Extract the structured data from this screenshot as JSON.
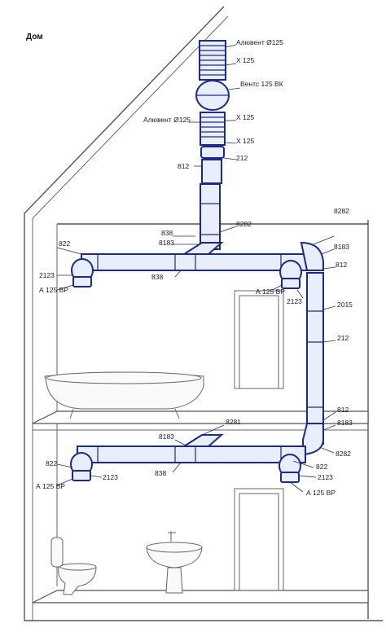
{
  "title": "Дом",
  "labels": {
    "alu_top": "Алювент Ø125",
    "x125_a": "Х 125",
    "fan": "Вентс 125 ВК",
    "alu_mid": "Алювент Ø125",
    "x125_b": "Х 125",
    "x125_c": "Х 125",
    "p212_top": "212",
    "p812_top": "812",
    "p838_a": "838",
    "p8282_a": "8282",
    "p8183_a": "8183",
    "p822_a": "822",
    "p2123_a": "2123",
    "a125_a": "А 125 ВР",
    "p838_b": "838",
    "p8282_r": "8282",
    "p8183_r": "8183",
    "p812_r": "812",
    "a125_b": "А 125 ВР",
    "p2123_b": "2123",
    "p2015": "2015",
    "p212_r": "212",
    "p812_r2": "812",
    "p8183_r2": "8183",
    "p8282_r2": "8282",
    "p8281": "8281",
    "p8183_c": "8183",
    "p822_b": "822",
    "p2123_c": "2123",
    "a125_c": "А 125 ВР",
    "p838_c": "838",
    "p822_c": "822",
    "p2123_d": "2123",
    "a125_d": "А 125 ВР"
  },
  "colors": {
    "duct": "#1b2a8f",
    "fill": "#e8eefc",
    "wall": "#555555"
  }
}
